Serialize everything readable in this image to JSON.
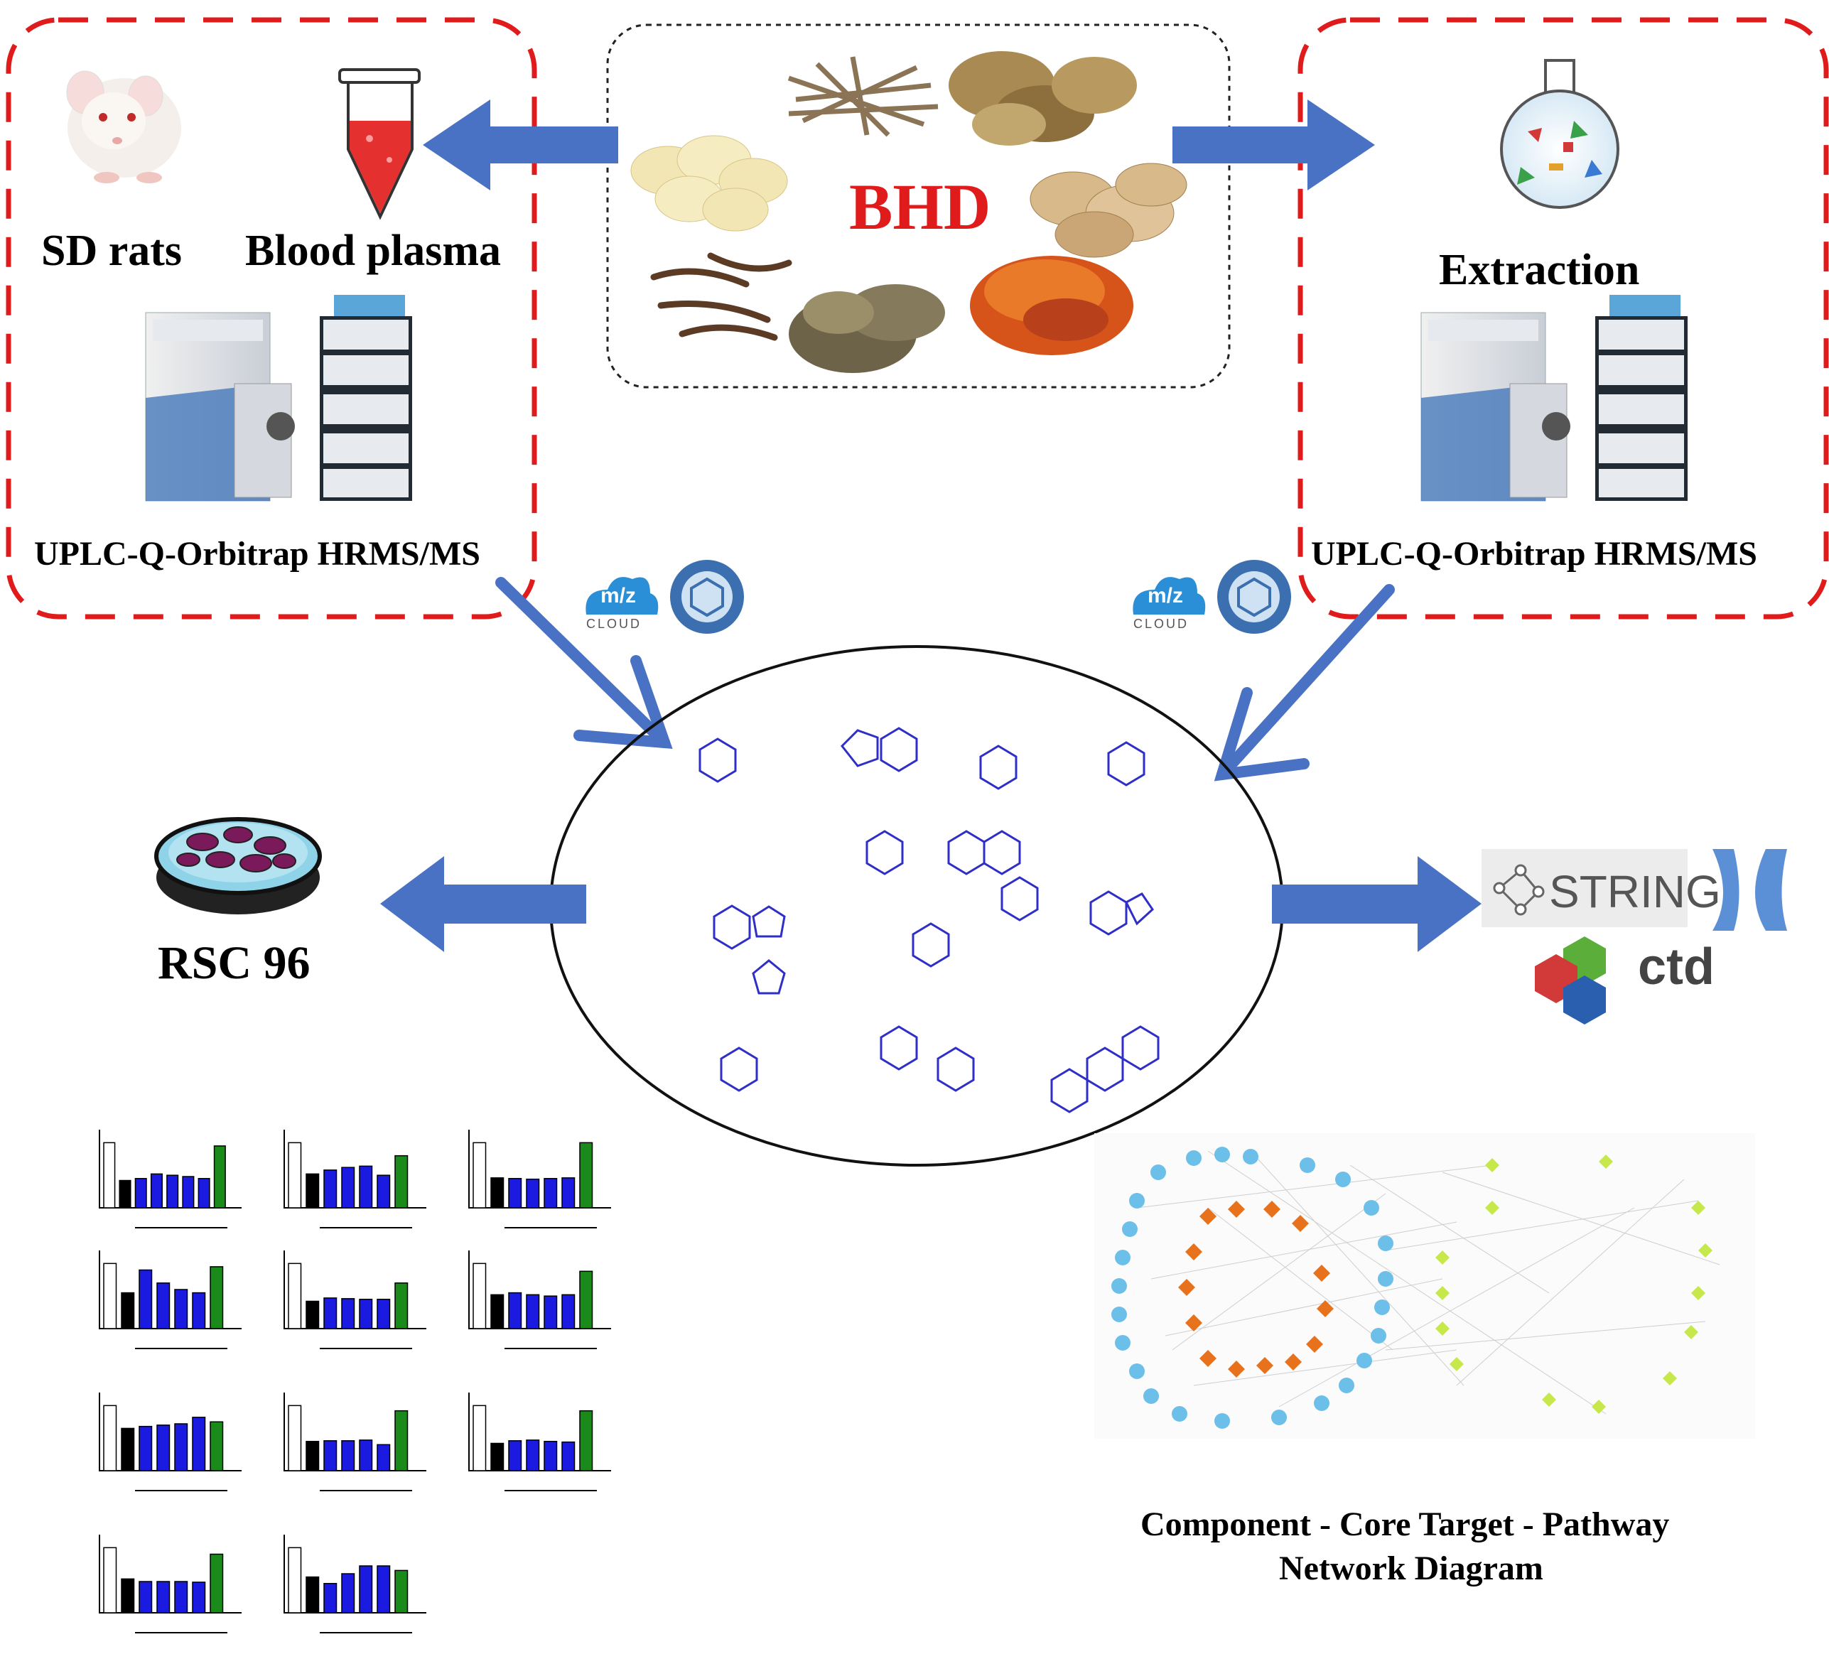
{
  "left_panel": {
    "rats_label": "SD rats",
    "plasma_label": "Blood plasma",
    "instrument_label": "UPLC-Q-Orbitrap HRMS/MS"
  },
  "center_herbs": {
    "label": "BHD"
  },
  "right_panel": {
    "extraction_label": "Extraction",
    "instrument_label": "UPLC-Q-Orbitrap HRMS/MS"
  },
  "databases": {
    "mzcloud_line1": "m/z",
    "mzcloud_line2": "CLOUD"
  },
  "cell_line": {
    "label": "RSC 96"
  },
  "network_tools": {
    "string_label": "STRING",
    "ctd_label": "ctd"
  },
  "network": {
    "caption_line1": "Component - Core Target - Pathway",
    "caption_line2": "Network Diagram"
  },
  "colors": {
    "dashed_border": "#e01b1b",
    "arrow": "#4a72c4",
    "bhd_text": "#e01b1b",
    "structures": "#2e2ec8",
    "bar_blue": "#1a1ae0",
    "bar_green": "#1a8a1a",
    "node_blue": "#6bbfe8",
    "node_orange": "#e8721c",
    "node_green": "#c6e84a"
  }
}
